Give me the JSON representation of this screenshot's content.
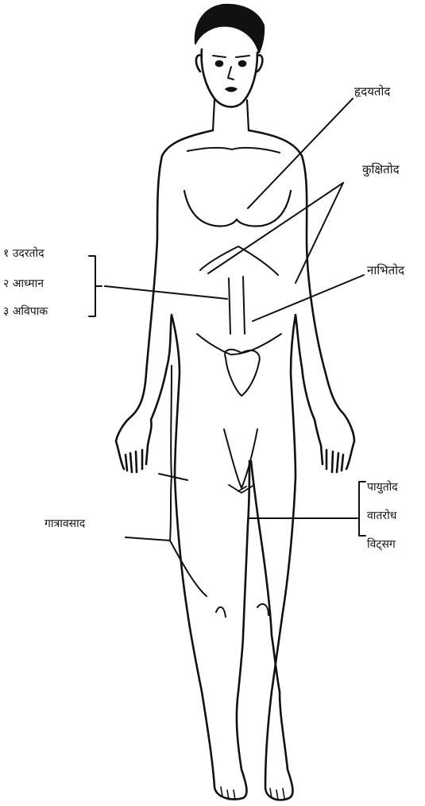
{
  "labels": {
    "hridaya_tod": "हृदयतोद",
    "kukshi_tod": "कुक्षितोद",
    "nabhi_tod": "नाभितोद",
    "udara_group": [
      "१ उदरतोद",
      "२ आध्मान",
      "३ अविपाक"
    ],
    "gatra_avasad": "गात्रावसाद",
    "payu_group": [
      "पायुतोद",
      "वातरोध",
      "विट्सग"
    ]
  },
  "colors": {
    "ink": "#111111",
    "paper": "#ffffff"
  }
}
